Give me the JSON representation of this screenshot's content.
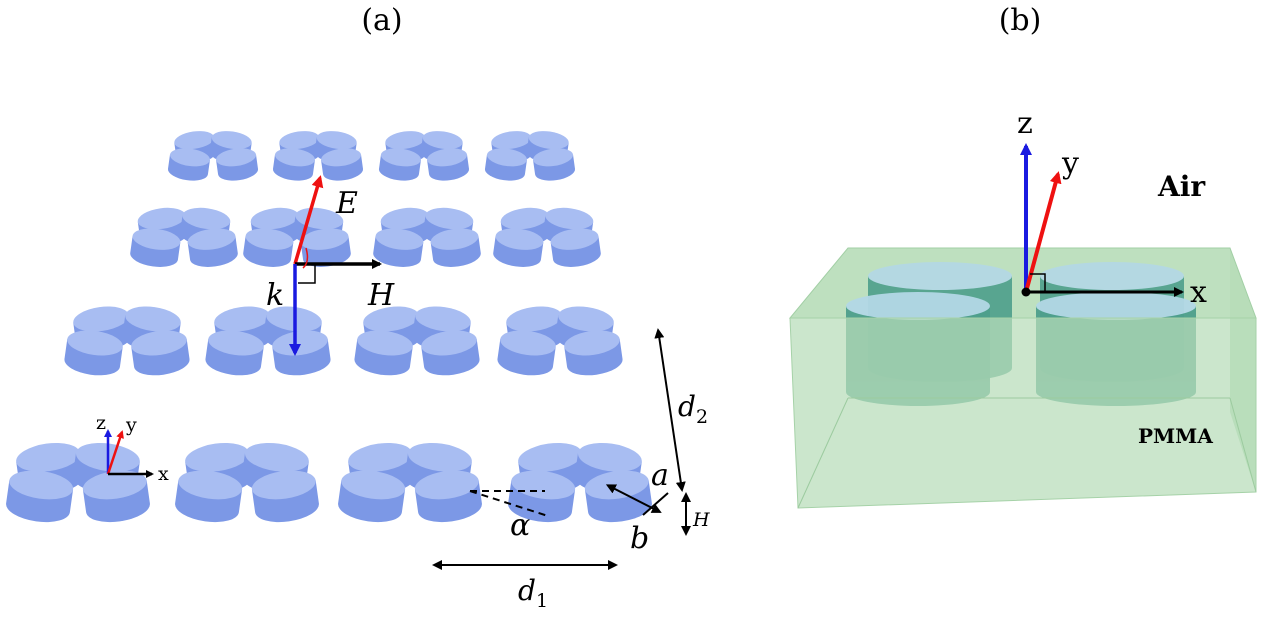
{
  "panel_a": {
    "label": "(a)",
    "axes": {
      "z": "z",
      "y": "y",
      "x": "x"
    },
    "field": {
      "e": "E",
      "h": "H",
      "k": "k"
    },
    "dimensions": {
      "a": "a",
      "b": "b",
      "height": "H",
      "alpha": "α",
      "d1": "d",
      "d1_sub": "1",
      "d2": "d",
      "d2_sub": "2"
    }
  },
  "panel_b": {
    "label": "(b)",
    "axes": {
      "z": "z",
      "y": "y",
      "x": "x"
    },
    "air": "Air",
    "pmma": "PMMA"
  },
  "colors": {
    "disk_top": "#a8bdf2",
    "disk_side": "#7c98e6",
    "pmma_fill": "#b7ddb8",
    "arrow_red": "#ee1111",
    "arrow_blue": "#1a1ae0",
    "arrow_black": "#000000"
  }
}
